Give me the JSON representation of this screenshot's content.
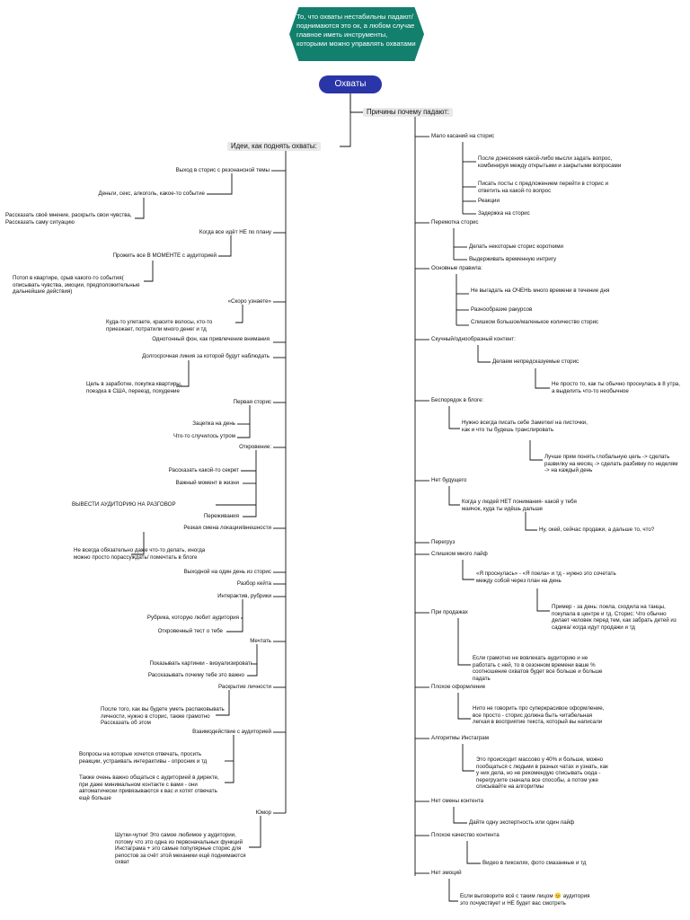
{
  "topic": {
    "text": "То, что охваты нестабильны падают/поднимаются это ок, а любом случае главное иметь инструменты, которыми можно управлять охватами"
  },
  "root": {
    "label": "Охваты"
  },
  "headers": {
    "right": "Причины почему падают:",
    "left": "Идеи, как поднять охваты:"
  },
  "right": {
    "n1": "Мало касаний на сторис",
    "n1a": "После донесения какой-либо мысли задать вопрос, комбинируя между открытыми и закрытыми вопросами",
    "n1b": "Писать посты с предложением перейти в сторис и ответить на какой-то вопрос",
    "n1c": "Реакции",
    "n1d": "Задержка на сторис",
    "n2": "Перемотка сторис",
    "n2a": "Делать некоторые сторис короткими",
    "n2b": "Выдерживать временную интригу",
    "n3": "Основные правила:",
    "n3a": "Не выгадать на ОЧЕНЬ много времени в течение дня",
    "n3b": "Разнообразие ракурсов",
    "n3c": "Слишком большое/маленькое количество сторис",
    "n4": "Скучный/однообразный контент:",
    "n4a": "Делаем непредсказуемые сторис",
    "n4b": "Не просто то, как ты обычно проснулась в 8 утра, а выделить что-то необычное",
    "n5": "Беспорядок в блоге:",
    "n5a": "Нужно всегда писать себе Заметки/ на листочки, как и что ты будешь транслировать",
    "n5b": "Лучше прям понять глобальную цель -> сделать развилку на месяц -> сделать разбивку по неделям -> на каждый день",
    "n6": "Нет будущего",
    "n6a": "Когда у людей НЕТ понимания- какой у тебя маячок, куда ты идёшь дальше",
    "n6b": "Ну, окей, сейчас продажи, а дальше то, что?",
    "n7": "Перегруз",
    "n8": "Слишком много лайф",
    "n8a": "«Я проснулась» - «Я поела» и тд - нужно это сочетать между собой через план на день",
    "n8b": "Пример - за день: поела, сходила на танцы, покупала в центре и тд. Сторис: Что обычно делает человек перед тем, как забрать детей из садика/ когда идут продажи и тд",
    "n9": "При продажах",
    "n9a": "Если грамотно не вовлекать аудиторию и не работать с ней, то в сезонном времени ваше % соотношение охватов будет все больше и больше падать",
    "n10": "Плохое оформление",
    "n10a": "Нито не говорить про суперкрасивое оформление, все просто - сторис должна быть читабельная легкая в восприятие текста, который вы написали",
    "n11": "Алгоритмы Инстаграм",
    "n11a": "Это происходит массово у 40% и больше, можно пообщаться с людьми в разных чатах и узнать, как у них дела, но не рекомендую списывать сюда - перегрузите сначала все способы, а потом уже списывайте на алгоритмы",
    "n12": "Нет смены контента",
    "n12a": "Дайте одну экспертность или один лайф",
    "n13": "Плохое качество контента",
    "n13a": "Видео в пикселях, фото смазанные и тд",
    "n14": "Нет эмоций",
    "n14a": "Если выговорите всё с таким лицом 😐 аудитория это почувствует и НЕ будет вас смотреть"
  },
  "left": {
    "l1": "Выход в сторис с резонансной темы",
    "l1a": "Деньги, секс, алкоголь, какое-то событие",
    "l1b": "Рассказать своё мнение, раскрыть свои чувства, Рассказать саму ситуацию",
    "l2": "Когда все идёт НЕ по плану",
    "l2a": "Прожить все В МОМЕНТЕ с аудиторией",
    "l2b": "Потоп в квартире, срыв какого-то события( описывать чувства, эмоции, предположительные дальнейшие действия)",
    "l3": "«Скоро узнаете»",
    "l3a": "Куда-то улетаете, красите волосы, кто-то приезжает, потратили много денег и тд",
    "l4": "Однотонный фон, как привлечение внимания",
    "l5": "Долгосрочная линия за которой будут наблюдать",
    "l5a": "Цель в заработке, покупка квартиры, поездка в США, переезд, похудение",
    "l6": "Первая сторис",
    "l6a": "Зацепка на день",
    "l6b": "Что-то случилось утром",
    "l7": "Откровение:",
    "l7a": "Рассказать какой-то секрет",
    "l7b": "Важный момент в жизни",
    "l7c": "ВЫВЕСТИ АУДИТОРИЮ НА РАЗГОВОР",
    "l7d": "Переживания",
    "l8": "Резкая смена локации/внешности",
    "l8a": "Не всегда обязательно даже что-то делать, иногда можно просто порассуждать/ помечтать в блоге",
    "l9": "Выходной на один день из сторис",
    "l10": "Разбор кейта",
    "l11": "Интерактив, рубрики",
    "l11a": "Рубрика, которую любит аудитория",
    "l11b": "Откровенный тест о тебе",
    "l12": "Мечтать",
    "l12a": "Показывать картинки - визуализировать",
    "l12b": "Рассказывать почему тебе это важно",
    "l13": "Раскрытие личности",
    "l13a": "После того, как вы будете уметь распаковывать личности, нужно в сторис, также грамотно Рассказать об этом",
    "l14": "Взаимодействие с аудиторией",
    "l14a": "Вопросы на которые хочется отвечать, просить реакции, устраивать интерактивы - опросник и тд",
    "l14b": "Также очень важно общаться с аудиторией в директе, при даже минимальном контакте с вами - они автоматически привязываются к вас и хотят отвечать ещё больше",
    "l15": "Юмор",
    "l15a": "Шутки-чутки! Это самое любимое у аудитории, потому что это одна из первоначальных функций Инстаграма + это самые популярные сторис для репостов за счёт этой механики ещё поднимаются охват"
  }
}
